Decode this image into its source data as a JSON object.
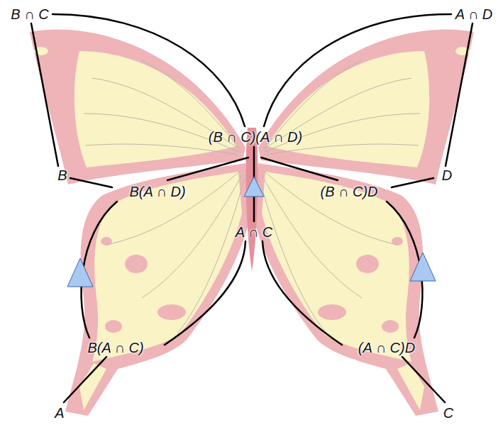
{
  "diagram": {
    "labels": [
      "B ∩ C",
      "A ∩ D",
      "(B ∩ C)(A ∩ D)",
      "B",
      "B(A ∩ D)",
      "D",
      "(B ∩ C)D",
      "A ∩ C",
      "B(A ∩ C)",
      "(A ∩ C)D",
      "A",
      "C"
    ]
  }
}
